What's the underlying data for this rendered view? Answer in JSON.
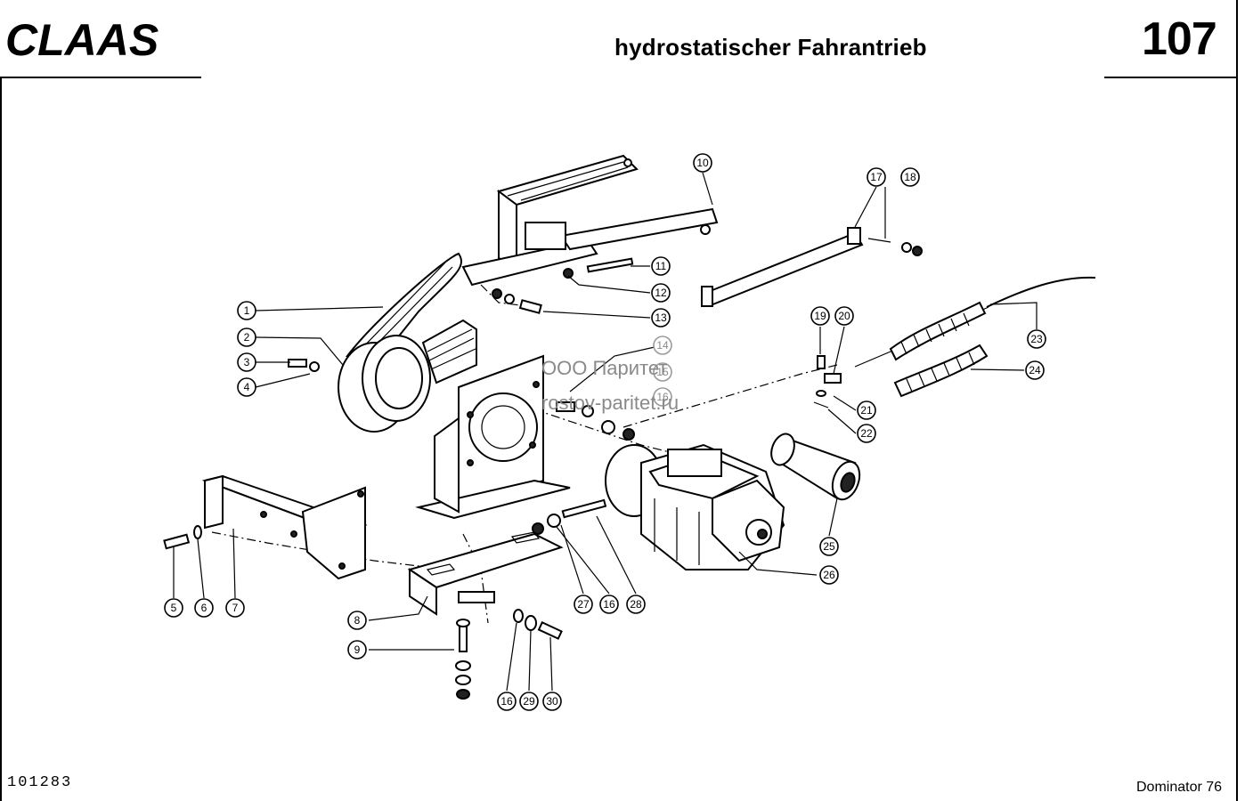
{
  "header": {
    "brand": "CLAAS",
    "title": "hydrostatischer Fahrantrieb",
    "page_number": "107"
  },
  "footer": {
    "doc_number": "101283",
    "model": "Dominator 76"
  },
  "watermark": {
    "line1": "ООО Паритет",
    "line2": "rostov-paritet.ru"
  },
  "callouts": [
    "1",
    "2",
    "3",
    "4",
    "5",
    "6",
    "7",
    "8",
    "9",
    "10",
    "11",
    "12",
    "13",
    "14",
    "15",
    "16",
    "16",
    "16",
    "17",
    "18",
    "19",
    "20",
    "21",
    "22",
    "23",
    "24",
    "25",
    "26",
    "27",
    "28",
    "29",
    "30"
  ],
  "colors": {
    "ink": "#000000",
    "paper": "#ffffff",
    "watermark": "#8a8a8a"
  }
}
